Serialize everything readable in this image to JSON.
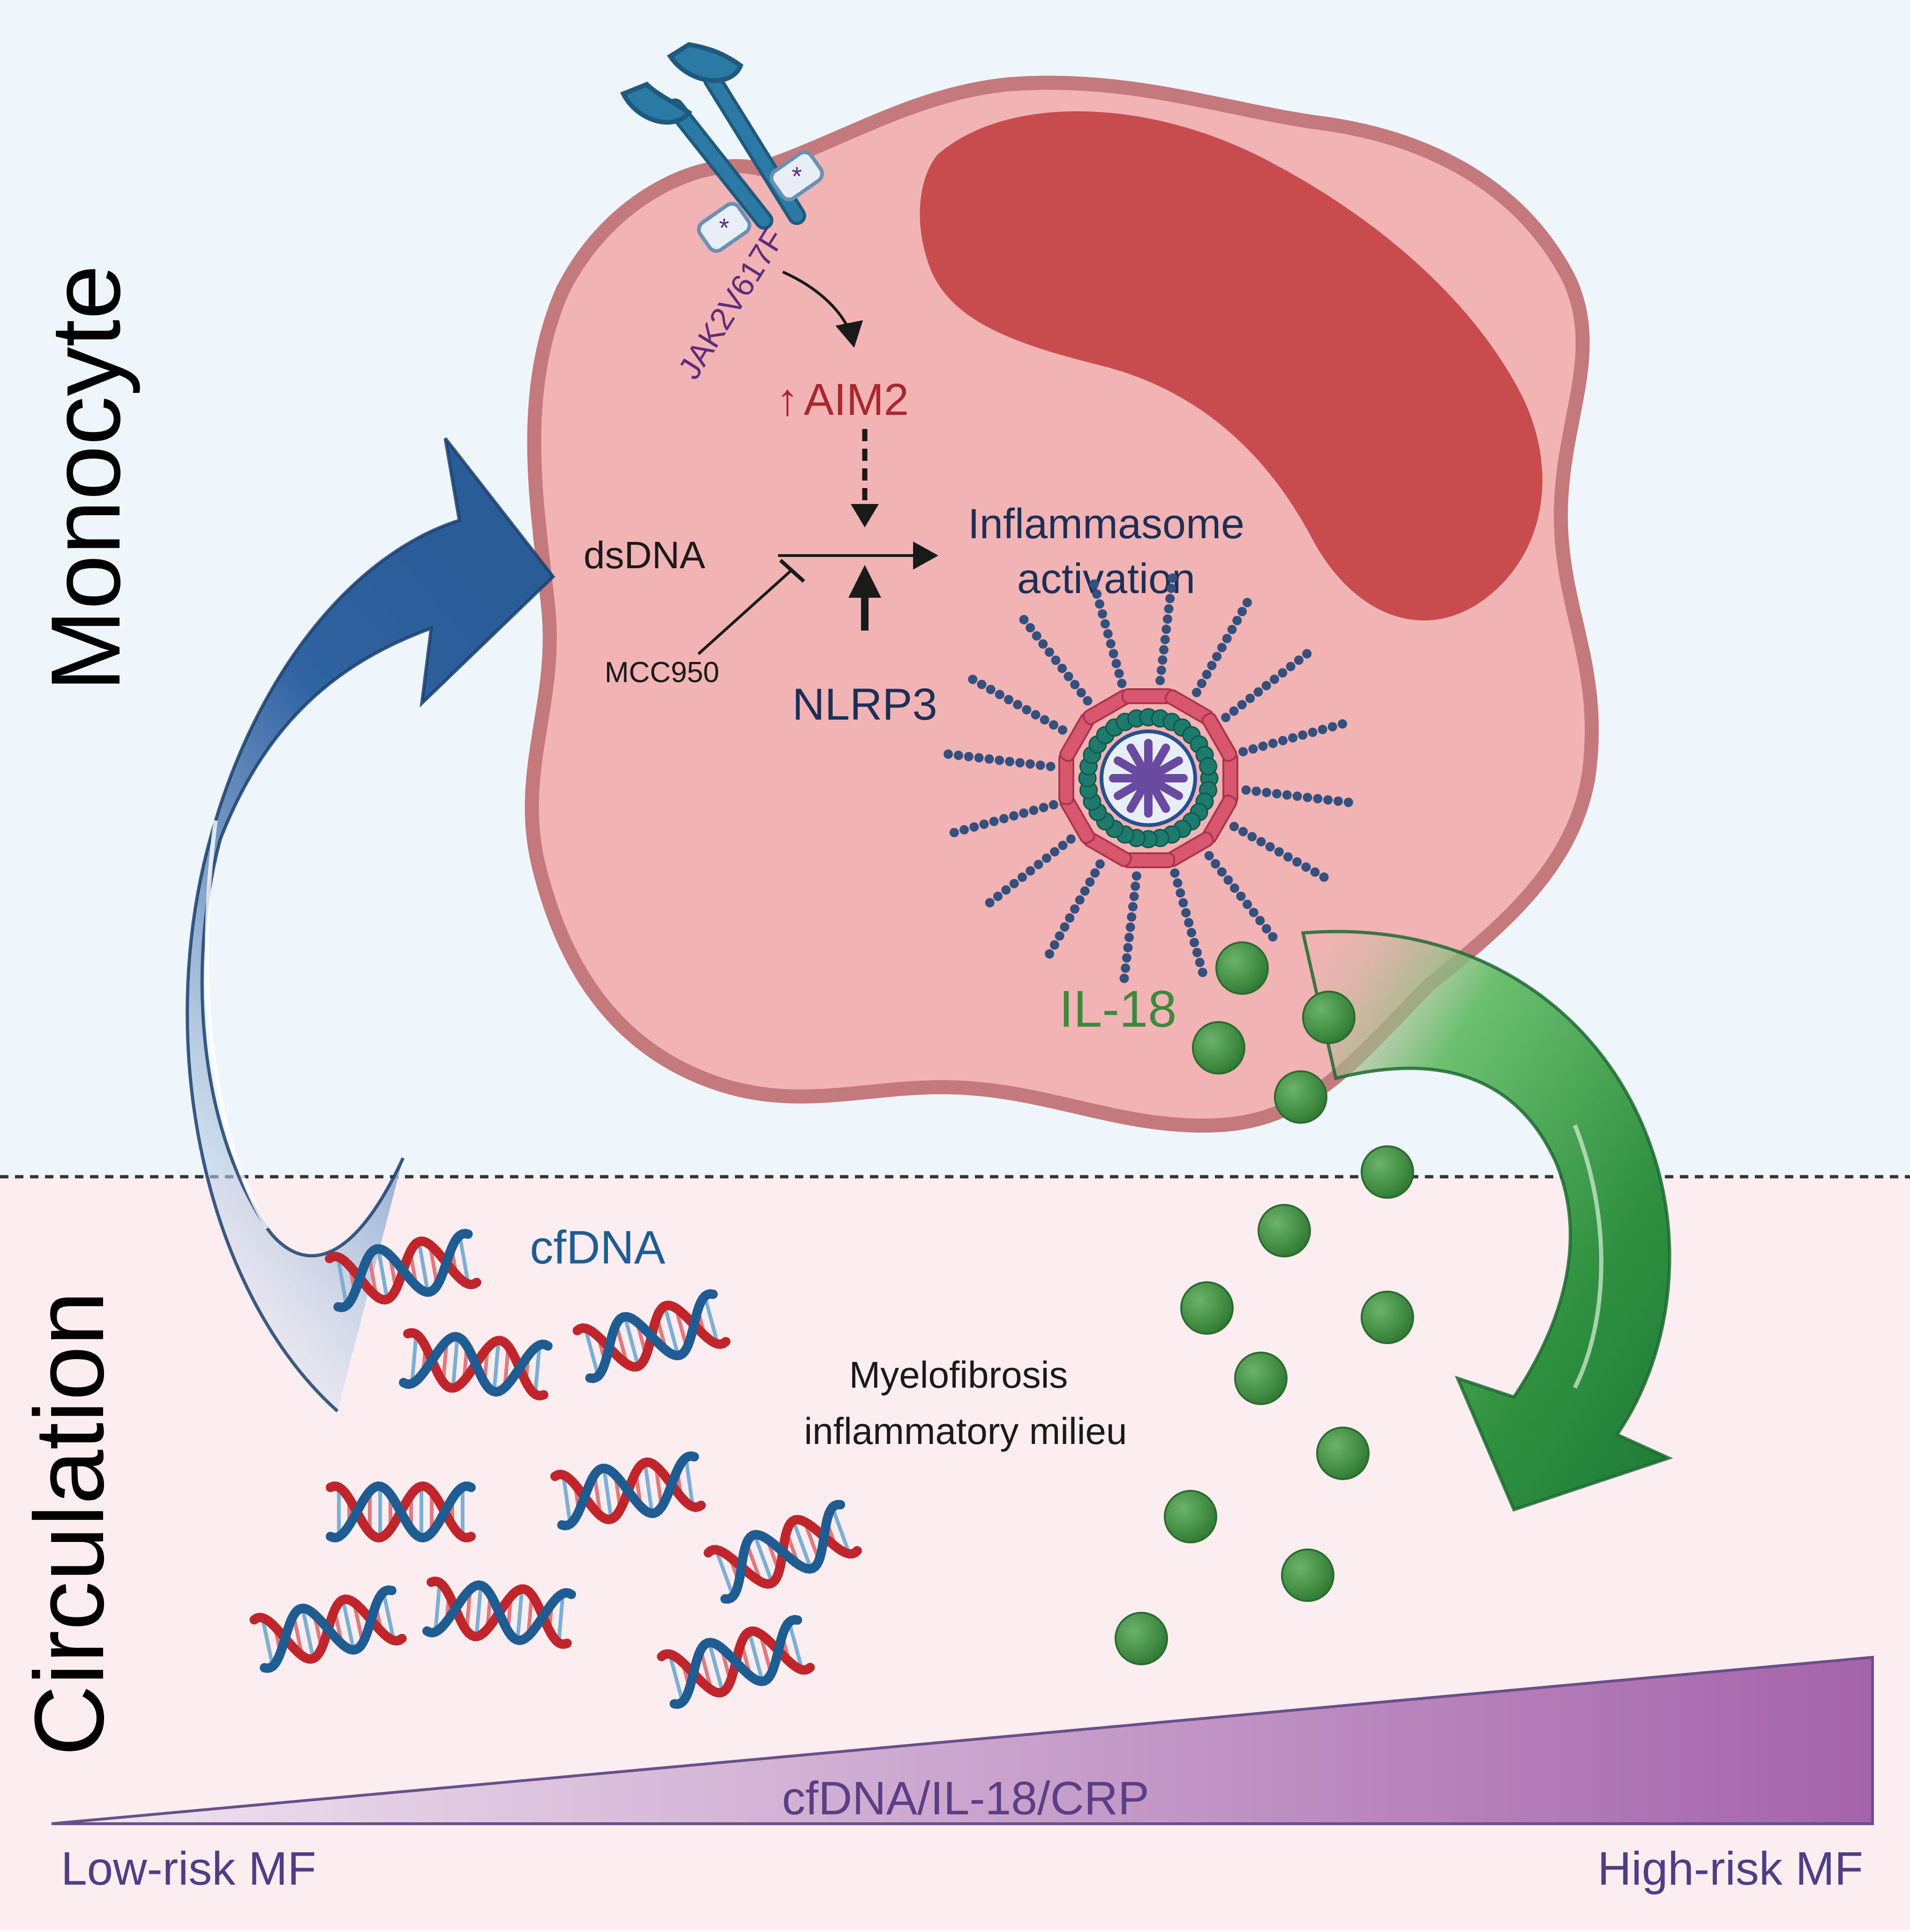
{
  "sections": {
    "top_label": "Monocyte",
    "bottom_label": "Circulation"
  },
  "receptor": {
    "mutation_label": "JAK2V617F",
    "marker_symbol": "*"
  },
  "pathway": {
    "aim2_label": "AIM2",
    "up_arrow": "↑",
    "dsdna_label": "dsDNA",
    "inhibitor_label": "MCC950",
    "nlrp3_label": "NLRP3",
    "outcome_line1": "Inflammasome",
    "outcome_line2": "activation"
  },
  "cytokine": {
    "label": "IL-18"
  },
  "circulation": {
    "cfdna_label": "cfDNA",
    "milieu_line1": "Myelofibrosis",
    "milieu_line2": "inflammatory milieu"
  },
  "gradient": {
    "markers_label": "cfDNA/IL-18/CRP",
    "low_label": "Low-risk MF",
    "high_label": "High-risk MF"
  },
  "colors": {
    "monocyte_bg": "#eef6fb",
    "circulation_bg": "#fcedf1",
    "cell_fill": "#f2b3b5",
    "cell_border": "#c47a7d",
    "nucleus": "#c84c4e",
    "receptor": "#2b7aa5",
    "aim2": "#a8282d",
    "text_navy": "#1d2f56",
    "il18_green": "#3c8a3e",
    "cfdna_blue": "#1f5c92",
    "dna_red": "#c0252c",
    "dna_blue": "#1f5c92",
    "gradient_start": "#ece0f0",
    "gradient_end": "#a463aa",
    "gradient_text": "#5a3f86",
    "mutation_text": "#5c2d7a"
  }
}
